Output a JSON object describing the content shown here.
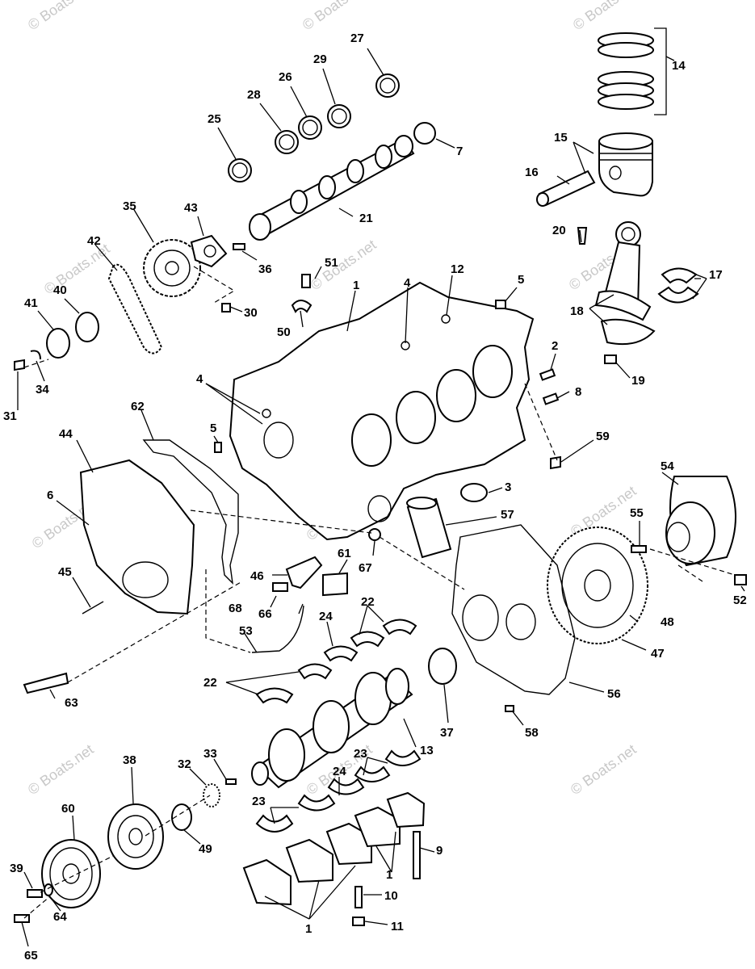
{
  "watermark": "© Boats.net",
  "callouts": {
    "c27": "27",
    "c29": "29",
    "c26": "26",
    "c28": "28",
    "c25": "25",
    "c7": "7",
    "c14": "14",
    "c15": "15",
    "c16": "16",
    "c21": "21",
    "c35": "35",
    "c43": "43",
    "c42": "42",
    "c36": "36",
    "c51": "51",
    "c1a": "1",
    "c4a": "4",
    "c12": "12",
    "c5a": "5",
    "c20": "20",
    "c17": "17",
    "c40": "40",
    "c41": "41",
    "c30": "30",
    "c50": "50",
    "c18": "18",
    "c19": "19",
    "c2": "2",
    "c31": "31",
    "c34": "34",
    "c4b": "4",
    "c8": "8",
    "c62": "62",
    "c5b": "5",
    "c44": "44",
    "c59": "59",
    "c6": "6",
    "c54": "54",
    "c3": "3",
    "c57": "57",
    "c55": "55",
    "c61": "61",
    "c67": "67",
    "c45": "45",
    "c46": "46",
    "c52": "52",
    "c22a": "22",
    "c68": "68",
    "c66": "66",
    "c24a": "24",
    "c48": "48",
    "c53": "53",
    "c47": "47",
    "c63": "63",
    "c22b": "22",
    "c56": "56",
    "c37": "37",
    "c58": "58",
    "c13": "13",
    "c38": "38",
    "c33": "33",
    "c32": "32",
    "c23a": "23",
    "c24b": "24",
    "c60": "60",
    "c23b": "23",
    "c49": "49",
    "c9": "9",
    "c39": "39",
    "c1b": "1",
    "c64": "64",
    "c10": "10",
    "c11": "11",
    "c1c": "1",
    "c65": "65"
  }
}
